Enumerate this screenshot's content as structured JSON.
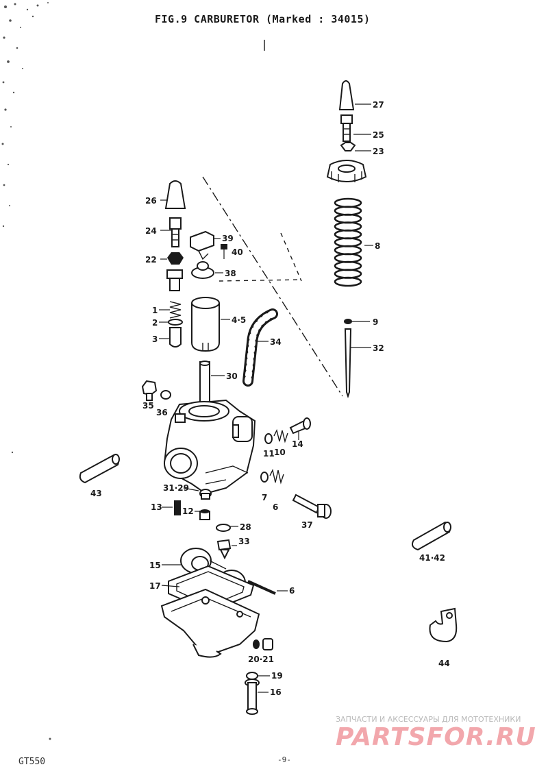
{
  "header": {
    "title": "FIG.9 CARBURETOR (Marked : 34015)"
  },
  "parts": [
    {
      "id": "p27",
      "label": "27"
    },
    {
      "id": "p25",
      "label": "25"
    },
    {
      "id": "p23",
      "label": "23"
    },
    {
      "id": "p8",
      "label": "8"
    },
    {
      "id": "p26",
      "label": "26"
    },
    {
      "id": "p24",
      "label": "24"
    },
    {
      "id": "p22",
      "label": "22"
    },
    {
      "id": "p39",
      "label": "39"
    },
    {
      "id": "p40",
      "label": "40"
    },
    {
      "id": "p38",
      "label": "38"
    },
    {
      "id": "p1",
      "label": "1"
    },
    {
      "id": "p2",
      "label": "2"
    },
    {
      "id": "p3",
      "label": "3"
    },
    {
      "id": "p45",
      "label": "4·5"
    },
    {
      "id": "p34",
      "label": "34"
    },
    {
      "id": "p9",
      "label": "9"
    },
    {
      "id": "p32",
      "label": "32"
    },
    {
      "id": "p30",
      "label": "30"
    },
    {
      "id": "p35",
      "label": "35"
    },
    {
      "id": "p36",
      "label": "36"
    },
    {
      "id": "p11",
      "label": "11"
    },
    {
      "id": "p10",
      "label": "10"
    },
    {
      "id": "p14",
      "label": "14"
    },
    {
      "id": "p43",
      "label": "43"
    },
    {
      "id": "p3129",
      "label": "31·29"
    },
    {
      "id": "p7",
      "label": "7"
    },
    {
      "id": "p6",
      "label": "6"
    },
    {
      "id": "p13",
      "label": "13"
    },
    {
      "id": "p12",
      "label": "12"
    },
    {
      "id": "p37",
      "label": "37"
    },
    {
      "id": "p28",
      "label": "28"
    },
    {
      "id": "p33",
      "label": "33"
    },
    {
      "id": "p4142",
      "label": "41·42"
    },
    {
      "id": "p15",
      "label": "15"
    },
    {
      "id": "p17",
      "label": "17"
    },
    {
      "id": "p6b",
      "label": "6"
    },
    {
      "id": "p44",
      "label": "44"
    },
    {
      "id": "p2021",
      "label": "20·21"
    },
    {
      "id": "p19",
      "label": "19"
    },
    {
      "id": "p16",
      "label": "16"
    }
  ],
  "footer": {
    "model": "GT550",
    "page": "-9-"
  },
  "watermark": {
    "caption": "ЗАПЧАСТИ И АКСЕССУАРЫ ДЛЯ МОТОТЕХНИКИ",
    "brand": "PARTSFOR.RU",
    "brand_color": "#f2a7ac"
  }
}
